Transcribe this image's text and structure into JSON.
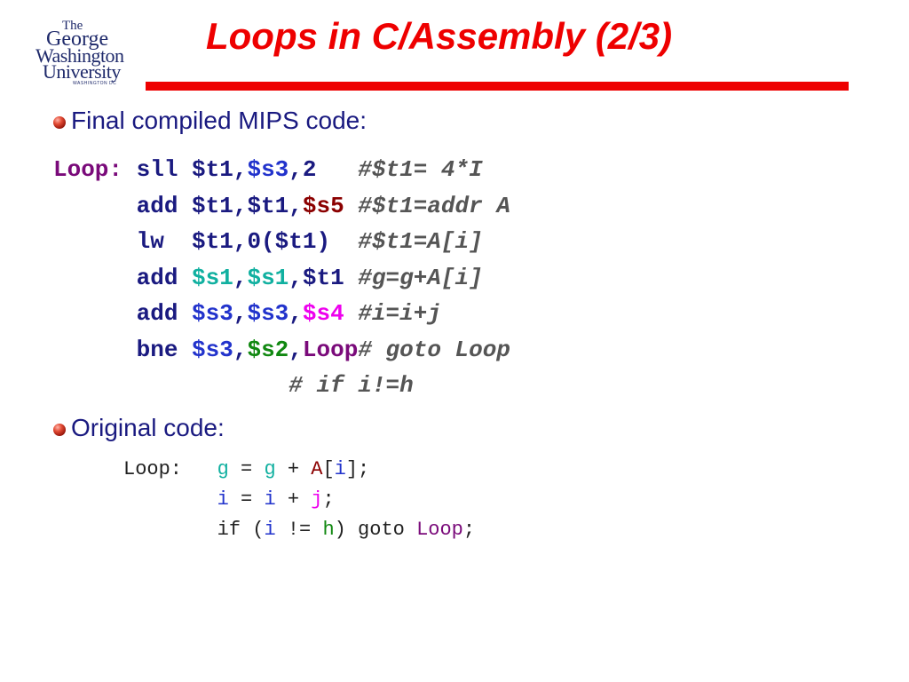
{
  "logo": {
    "line1": "The",
    "line2": "George",
    "line3": "Washington",
    "line4": "University",
    "line5": "WASHINGTON DC"
  },
  "title": "Loops in C/Assembly (2/3)",
  "bullets": {
    "mips_heading": "Final compiled MIPS code:",
    "original_heading": "Original code:"
  },
  "colors": {
    "title": "#ee0000",
    "heading": "#1a1a80",
    "label": "#7a0a7a",
    "s3": "#2233cc",
    "s5": "#8b0000",
    "s1": "#11b0a0",
    "s4": "#ee00ee",
    "s2": "#118811",
    "comment": "#555555"
  },
  "asm_lines": [
    [
      {
        "t": "Loop: ",
        "c": "#7a0a7a"
      },
      {
        "t": "sll ",
        "c": "#1a1a80"
      },
      {
        "t": "$t1,",
        "c": "#1a1a80"
      },
      {
        "t": "$s3",
        "c": "#2233cc"
      },
      {
        "t": ",2   ",
        "c": "#1a1a80"
      },
      {
        "t": "#$t1= 4*I",
        "c": "#555555",
        "i": true
      }
    ],
    [
      {
        "t": "      ",
        "c": "#1a1a80"
      },
      {
        "t": "add ",
        "c": "#1a1a80"
      },
      {
        "t": "$t1,$t1,",
        "c": "#1a1a80"
      },
      {
        "t": "$s5",
        "c": "#8b0000"
      },
      {
        "t": " ",
        "c": "#1a1a80"
      },
      {
        "t": "#$t1=addr A",
        "c": "#555555",
        "i": true
      }
    ],
    [
      {
        "t": "      ",
        "c": "#1a1a80"
      },
      {
        "t": "lw  ",
        "c": "#1a1a80"
      },
      {
        "t": "$t1,0($t1)",
        "c": "#1a1a80"
      },
      {
        "t": "  ",
        "c": "#1a1a80"
      },
      {
        "t": "#$t1=A[i]",
        "c": "#555555",
        "i": true
      }
    ],
    [
      {
        "t": "      ",
        "c": "#1a1a80"
      },
      {
        "t": "add ",
        "c": "#1a1a80"
      },
      {
        "t": "$s1",
        "c": "#11b0a0"
      },
      {
        "t": ",",
        "c": "#1a1a80"
      },
      {
        "t": "$s1",
        "c": "#11b0a0"
      },
      {
        "t": ",$t1 ",
        "c": "#1a1a80"
      },
      {
        "t": "#g=g+A[i]",
        "c": "#555555",
        "i": true
      }
    ],
    [
      {
        "t": "      ",
        "c": "#1a1a80"
      },
      {
        "t": "add ",
        "c": "#1a1a80"
      },
      {
        "t": "$s3",
        "c": "#2233cc"
      },
      {
        "t": ",",
        "c": "#1a1a80"
      },
      {
        "t": "$s3",
        "c": "#2233cc"
      },
      {
        "t": ",",
        "c": "#1a1a80"
      },
      {
        "t": "$s4",
        "c": "#ee00ee"
      },
      {
        "t": " ",
        "c": "#1a1a80"
      },
      {
        "t": "#i=i+j",
        "c": "#555555",
        "i": true
      }
    ],
    [
      {
        "t": "      ",
        "c": "#1a1a80"
      },
      {
        "t": "bne ",
        "c": "#1a1a80"
      },
      {
        "t": "$s3",
        "c": "#2233cc"
      },
      {
        "t": ",",
        "c": "#1a1a80"
      },
      {
        "t": "$s2",
        "c": "#118811"
      },
      {
        "t": ",",
        "c": "#1a1a80"
      },
      {
        "t": "Loop",
        "c": "#7a0a7a"
      },
      {
        "t": "# goto Loop",
        "c": "#555555",
        "i": true
      }
    ],
    [
      {
        "t": "                 ",
        "c": "#1a1a80"
      },
      {
        "t": "# if i!=h",
        "c": "#555555",
        "i": true
      }
    ]
  ],
  "orig_lines": [
    [
      {
        "t": "Loop:   ",
        "c": "#222222"
      },
      {
        "t": "g",
        "c": "#11b0a0"
      },
      {
        "t": " = ",
        "c": "#222222"
      },
      {
        "t": "g",
        "c": "#11b0a0"
      },
      {
        "t": " + ",
        "c": "#222222"
      },
      {
        "t": "A",
        "c": "#8b0000"
      },
      {
        "t": "[",
        "c": "#222222"
      },
      {
        "t": "i",
        "c": "#2233cc"
      },
      {
        "t": "];",
        "c": "#222222"
      }
    ],
    [
      {
        "t": "        ",
        "c": "#222222"
      },
      {
        "t": "i",
        "c": "#2233cc"
      },
      {
        "t": " = ",
        "c": "#222222"
      },
      {
        "t": "i",
        "c": "#2233cc"
      },
      {
        "t": " + ",
        "c": "#222222"
      },
      {
        "t": "j",
        "c": "#ee00ee"
      },
      {
        "t": ";",
        "c": "#222222"
      }
    ],
    [
      {
        "t": "        ",
        "c": "#222222"
      },
      {
        "t": "if (",
        "c": "#222222"
      },
      {
        "t": "i",
        "c": "#2233cc"
      },
      {
        "t": " != ",
        "c": "#222222"
      },
      {
        "t": "h",
        "c": "#118811"
      },
      {
        "t": ") goto ",
        "c": "#222222"
      },
      {
        "t": "Loop",
        "c": "#7a0a7a"
      },
      {
        "t": ";",
        "c": "#222222"
      }
    ]
  ]
}
